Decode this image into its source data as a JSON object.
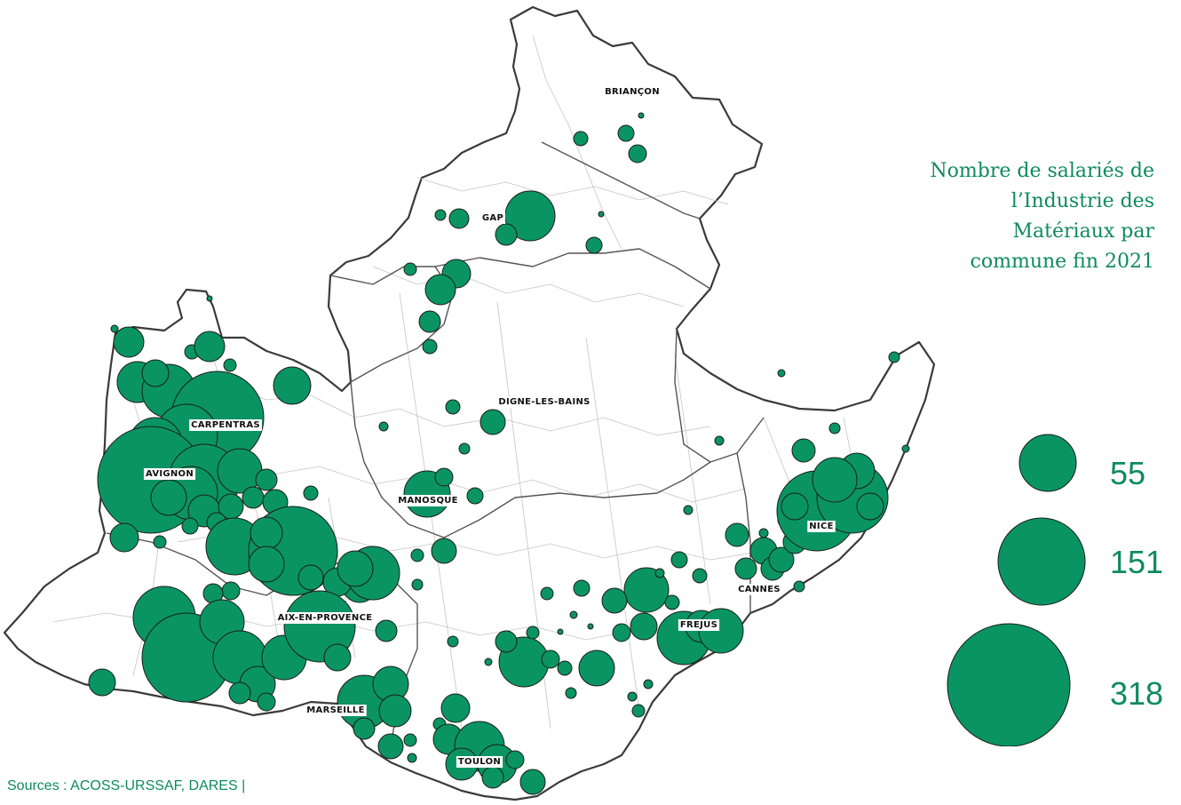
{
  "map": {
    "accent_color": "#0a9464",
    "bubble_stroke": "#1c1c1c",
    "cities": [
      {
        "name": "BRIANÇON"
      },
      {
        "name": "GAP"
      },
      {
        "name": "DIGNE-LES-BAINS"
      },
      {
        "name": "CARPENTRAS"
      },
      {
        "name": "AVIGNON"
      },
      {
        "name": "MANOSQUE"
      },
      {
        "name": "AIX-EN-PROVENCE"
      },
      {
        "name": "MARSEILLE"
      },
      {
        "name": "TOULON"
      },
      {
        "name": "FREJUS"
      },
      {
        "name": "CANNES"
      },
      {
        "name": "NICE"
      }
    ]
  },
  "legend": {
    "title_lines": [
      "Nombre de salariés de",
      "l’Industrie des",
      "Matériaux par",
      "commune fin 2021"
    ],
    "sizes": [
      {
        "label": "55",
        "value": 55
      },
      {
        "label": "151",
        "value": 151
      },
      {
        "label": "318",
        "value": 318
      }
    ]
  },
  "footer": {
    "source": "Sources : ACOSS-URSSAF, DARES |"
  }
}
